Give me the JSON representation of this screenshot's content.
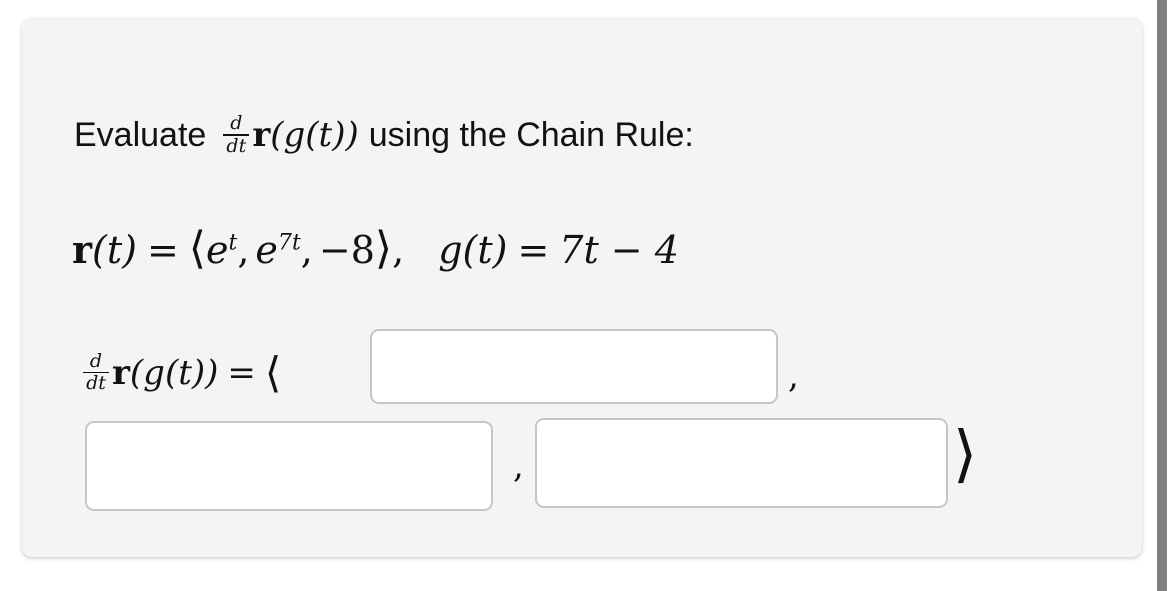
{
  "page": {
    "background_color": "#ffffff",
    "card_background_color": "#f4f4f4",
    "text_color": "#121212",
    "input_border_color": "#c6c6c6",
    "scrollbar_color": "#808080"
  },
  "problem": {
    "prompt": {
      "lead_word": "Evaluate",
      "derivative_numerator": "d",
      "derivative_denominator": "dt",
      "operand": "r(g(t))",
      "operand_bold_symbol": "r",
      "operand_rest": "(g(t))",
      "trailing_text": "using the Chain Rule:",
      "full_text": "Evaluate d/dt r(g(t)) using the Chain Rule:"
    },
    "definition": {
      "vector_name": "r",
      "vector_argument": "(t)",
      "equals": "=",
      "open_angle": "⟨",
      "components": [
        {
          "base": "e",
          "exponent": "t",
          "text": "e^t"
        },
        {
          "base": "e",
          "exponent": "7t",
          "text": "e^7t"
        },
        {
          "base": "−8",
          "exponent": "",
          "text": "−8"
        }
      ],
      "close_angle": "⟩",
      "comma": ",",
      "inner_function_name": "g",
      "inner_function_argument": "(t)",
      "inner_function_equals": "=",
      "inner_function_expression": "7t − 4",
      "full_text": "r(t) = ⟨e^t, e^7t, −8⟩,  g(t) = 7t − 4"
    },
    "answer": {
      "derivative_numerator": "d",
      "derivative_denominator": "dt",
      "expression_bold_symbol": "r",
      "expression_rest": "(g(t))",
      "equals": "=",
      "open_angle": "⟨",
      "close_angle": "⟩",
      "separator_comma": ",",
      "fields": [
        {
          "name": "component-1",
          "value": "",
          "placeholder": ""
        },
        {
          "name": "component-2",
          "value": "",
          "placeholder": ""
        },
        {
          "name": "component-3",
          "value": "",
          "placeholder": ""
        }
      ]
    }
  }
}
